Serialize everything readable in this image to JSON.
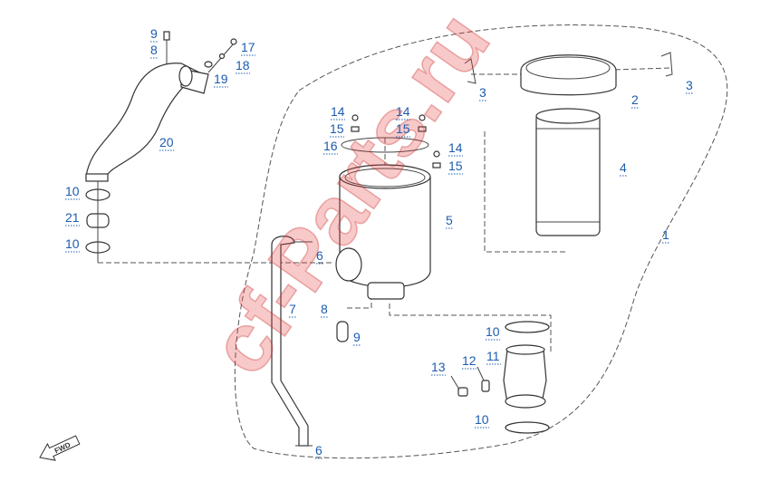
{
  "diagram": {
    "callouts": [
      "9",
      "8",
      "17",
      "18",
      "19",
      "20",
      "10",
      "21",
      "10",
      "14",
      "15",
      "16",
      "14",
      "15",
      "14",
      "15",
      "3",
      "2",
      "3",
      "4",
      "5",
      "1",
      "6",
      "7",
      "8",
      "9",
      "10",
      "11",
      "12",
      "13",
      "10",
      "6"
    ],
    "watermark": "cf-Parts.ru",
    "direction_badge": "FWD",
    "colors": {
      "callout": "#1c5cb0",
      "watermark": "#e63c3c"
    }
  }
}
